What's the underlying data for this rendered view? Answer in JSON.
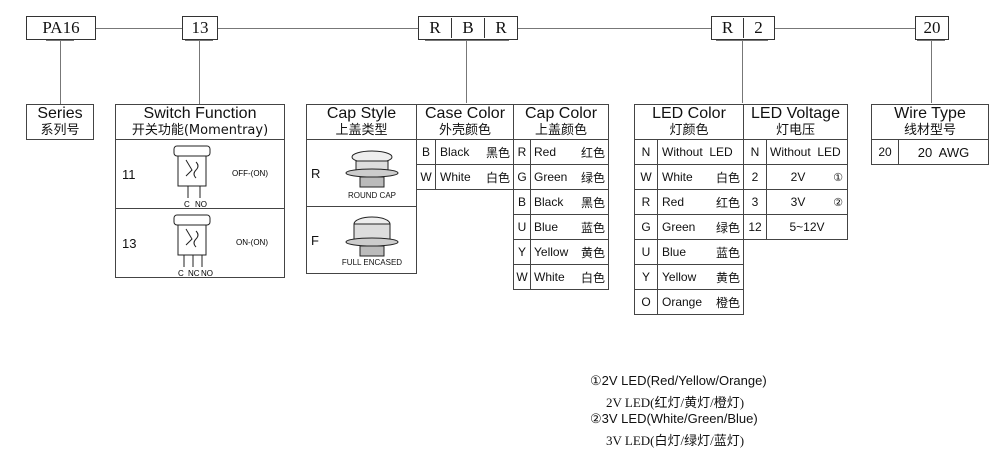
{
  "codes": {
    "series": "PA16",
    "function": "13",
    "colors": [
      "R",
      "B",
      "R"
    ],
    "led": [
      "R",
      "2"
    ],
    "wire": "20"
  },
  "series": {
    "title": "Series",
    "title_zh": "系列号"
  },
  "switch_function": {
    "title": "Switch Function",
    "title_zh": "开关功能(Momentray)",
    "rows": [
      {
        "code": "11",
        "label": "OFF-(ON)",
        "pins": [
          "C",
          "NO"
        ]
      },
      {
        "code": "13",
        "label": "ON-(ON)",
        "pins": [
          "C",
          "NC",
          "NO"
        ]
      }
    ]
  },
  "cap_style": {
    "title": "Cap Style",
    "title_zh": "上盖类型",
    "rows": [
      {
        "code": "R",
        "label": "ROUND CAP"
      },
      {
        "code": "F",
        "label": "FULL ENCASED"
      }
    ]
  },
  "case_color": {
    "title": "Case Color",
    "title_zh": "外壳颜色",
    "rows": [
      {
        "code": "B",
        "en": "Black",
        "zh": "黑色"
      },
      {
        "code": "W",
        "en": "White",
        "zh": "白色"
      }
    ]
  },
  "cap_color": {
    "title": "Cap Color",
    "title_zh": "上盖颜色",
    "rows": [
      {
        "code": "R",
        "en": "Red",
        "zh": "红色"
      },
      {
        "code": "G",
        "en": "Green",
        "zh": "绿色"
      },
      {
        "code": "B",
        "en": "Black",
        "zh": "黑色"
      },
      {
        "code": "U",
        "en": "Blue",
        "zh": "蓝色"
      },
      {
        "code": "Y",
        "en": "Yellow",
        "zh": "黄色"
      },
      {
        "code": "W",
        "en": "White",
        "zh": "白色"
      }
    ]
  },
  "led_color": {
    "title": "LED Color",
    "title_zh": "灯颜色",
    "rows": [
      {
        "code": "N",
        "en": "Without  LED",
        "zh": ""
      },
      {
        "code": "W",
        "en": "White",
        "zh": "白色"
      },
      {
        "code": "R",
        "en": "Red",
        "zh": "红色"
      },
      {
        "code": "G",
        "en": "Green",
        "zh": "绿色"
      },
      {
        "code": "U",
        "en": "Blue",
        "zh": "蓝色"
      },
      {
        "code": "Y",
        "en": "Yellow",
        "zh": "黄色"
      },
      {
        "code": "O",
        "en": "Orange",
        "zh": "橙色"
      }
    ]
  },
  "led_voltage": {
    "title": "LED Voltage",
    "title_zh": "灯电压",
    "rows": [
      {
        "code": "N",
        "value": "Without  LED",
        "mark": ""
      },
      {
        "code": "2",
        "value": "2V",
        "mark": "①"
      },
      {
        "code": "3",
        "value": "3V",
        "mark": "②"
      },
      {
        "code": "12",
        "value": "5~12V",
        "mark": ""
      }
    ]
  },
  "wire_type": {
    "title": "Wire Type",
    "title_zh": "线材型号",
    "rows": [
      {
        "code": "20",
        "value": "20  AWG"
      }
    ]
  },
  "notes": [
    "①2V LED(Red/Yellow/Orange)",
    "2V LED(红灯/黄灯/橙灯)",
    "②3V LED(White/Green/Blue)",
    "3V LED(白灯/绿灯/蓝灯)"
  ]
}
